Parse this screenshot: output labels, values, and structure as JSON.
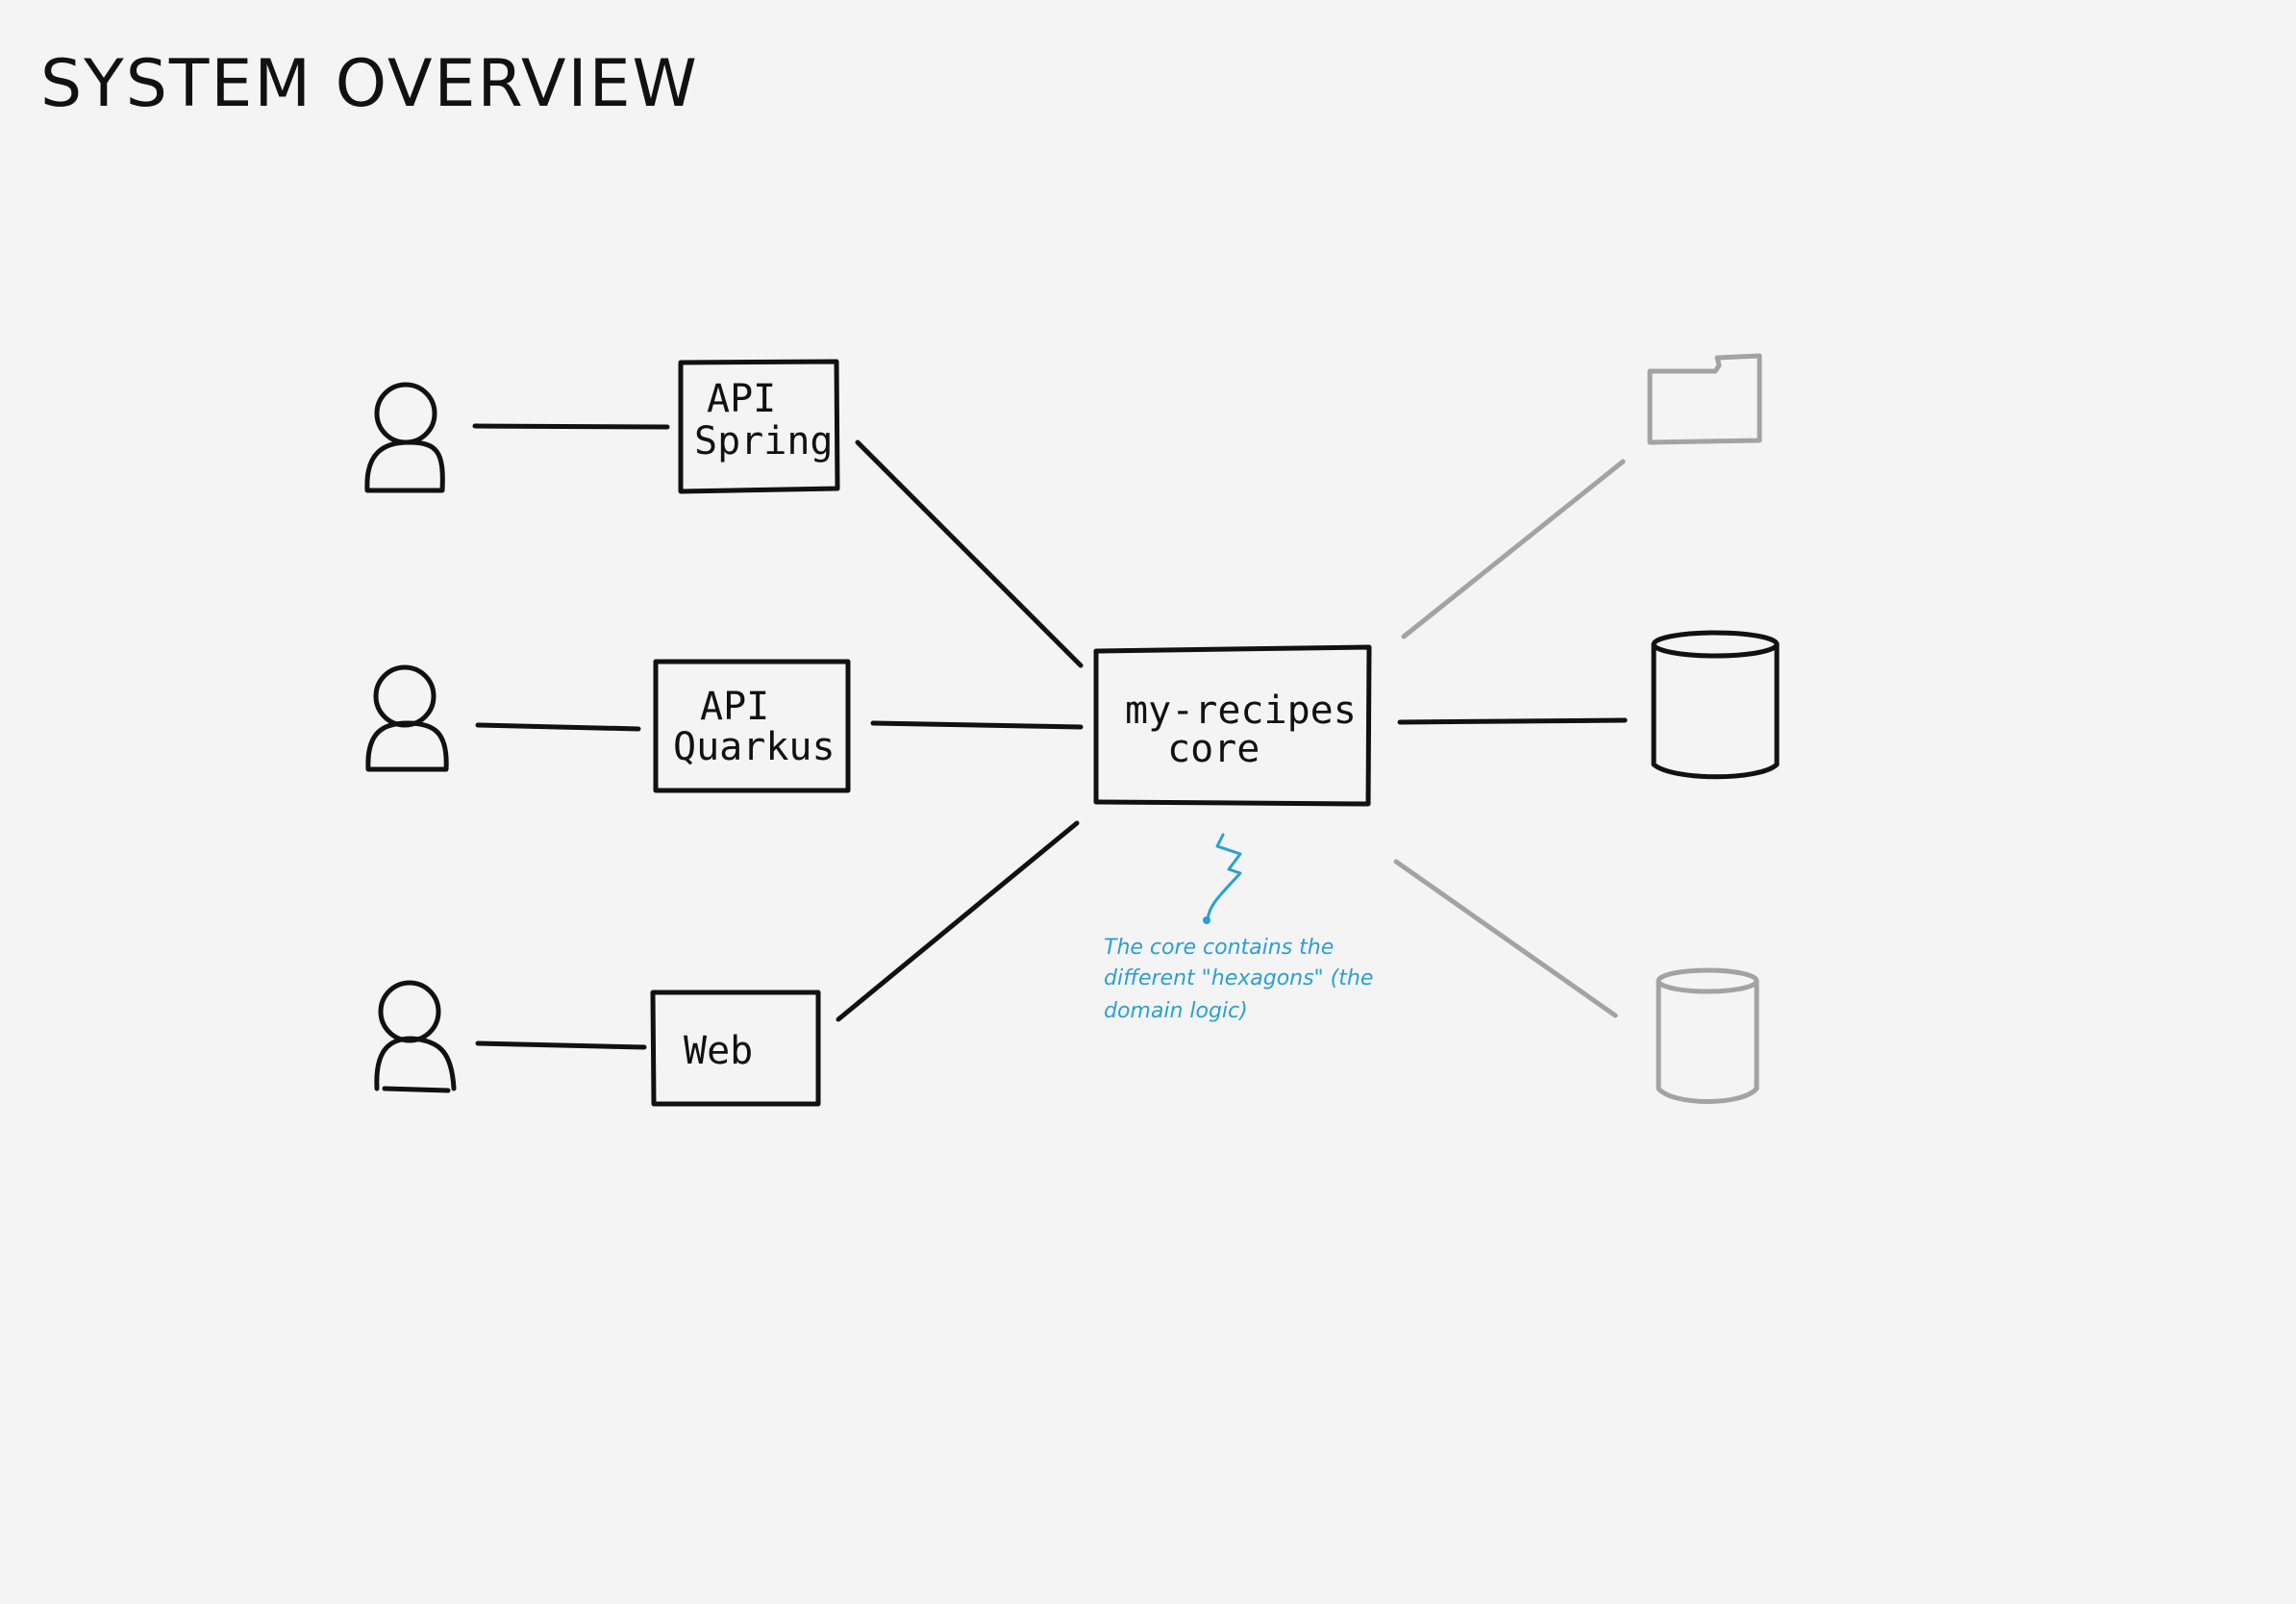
{
  "title": "SYSTEM OVERVIEW",
  "nodes": {
    "api_spring": {
      "line1": "API",
      "line2": "Spring"
    },
    "api_quarkus": {
      "line1": "API",
      "line2": "Quarkus"
    },
    "web": {
      "label": "Web"
    },
    "core": {
      "line1": "my-recipes",
      "line2": "core"
    }
  },
  "note": {
    "line1": "The core contains the",
    "line2": "different \"hexagons\" (the",
    "line3": "domain logic)"
  },
  "colors": {
    "ink": "#111111",
    "faded": "#a3a3a3",
    "note": "#2a9fd6",
    "paper": "#f4f4f4"
  },
  "icons": {
    "actors": [
      "user-icon",
      "user-icon",
      "user-icon"
    ],
    "outputs": [
      "folder-icon",
      "database-icon",
      "database-icon"
    ]
  }
}
